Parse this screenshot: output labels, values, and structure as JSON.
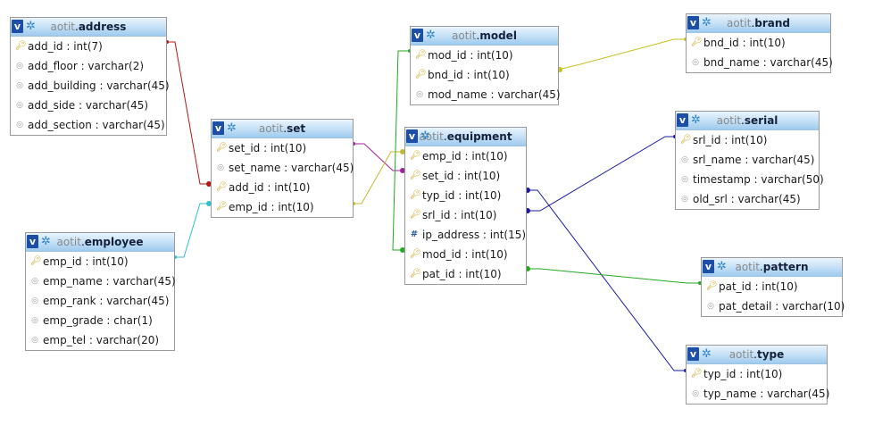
{
  "schema": "aotit",
  "icons": {
    "header_left": "v-view-icon",
    "header_gear": "gear-icon",
    "key": "key-icon",
    "column": "column-icon",
    "index": "hash-index-icon"
  },
  "tables": {
    "address": {
      "name": "address",
      "schema": "aotit",
      "columns": [
        {
          "icon": "key",
          "label": "add_id : int(7)"
        },
        {
          "icon": "col",
          "label": "add_floor : varchar(2)"
        },
        {
          "icon": "col",
          "label": "add_building : varchar(45)"
        },
        {
          "icon": "col",
          "label": "add_side : varchar(45)"
        },
        {
          "icon": "col",
          "label": "add_section : varchar(45)"
        }
      ]
    },
    "set": {
      "name": "set",
      "schema": "aotit",
      "columns": [
        {
          "icon": "key",
          "label": "set_id : int(10)"
        },
        {
          "icon": "col",
          "label": "set_name : varchar(45)"
        },
        {
          "icon": "key",
          "label": "add_id : int(10)"
        },
        {
          "icon": "key",
          "label": "emp_id : int(10)"
        }
      ]
    },
    "employee": {
      "name": "employee",
      "schema": "aotit",
      "columns": [
        {
          "icon": "key",
          "label": "emp_id : int(10)"
        },
        {
          "icon": "col",
          "label": "emp_name : varchar(45)"
        },
        {
          "icon": "col",
          "label": "emp_rank : varchar(45)"
        },
        {
          "icon": "col",
          "label": "emp_grade : char(1)"
        },
        {
          "icon": "col",
          "label": "emp_tel : varchar(20)"
        }
      ]
    },
    "model": {
      "name": "model",
      "schema": "aotit",
      "columns": [
        {
          "icon": "key",
          "label": "mod_id : int(10)"
        },
        {
          "icon": "key",
          "label": "bnd_id : int(10)"
        },
        {
          "icon": "col",
          "label": "mod_name : varchar(45)"
        }
      ]
    },
    "equipment": {
      "name": "equipment",
      "schema": "aotit",
      "columns": [
        {
          "icon": "key",
          "label": "emp_id : int(10)"
        },
        {
          "icon": "key",
          "label": "set_id : int(10)"
        },
        {
          "icon": "key",
          "label": "typ_id : int(10)"
        },
        {
          "icon": "key",
          "label": "srl_id : int(10)"
        },
        {
          "icon": "hash",
          "label": "ip_address : int(15)"
        },
        {
          "icon": "key",
          "label": "mod_id : int(10)"
        },
        {
          "icon": "key",
          "label": "pat_id : int(10)"
        }
      ]
    },
    "brand": {
      "name": "brand",
      "schema": "aotit",
      "columns": [
        {
          "icon": "key",
          "label": "bnd_id : int(10)"
        },
        {
          "icon": "col",
          "label": "bnd_name : varchar(45)"
        }
      ]
    },
    "serial": {
      "name": "serial",
      "schema": "aotit",
      "columns": [
        {
          "icon": "key",
          "label": "srl_id : int(10)"
        },
        {
          "icon": "col",
          "label": "srl_name : varchar(45)"
        },
        {
          "icon": "col",
          "label": "timestamp : varchar(50)"
        },
        {
          "icon": "col",
          "label": "old_srl : varchar(45)"
        }
      ]
    },
    "pattern": {
      "name": "pattern",
      "schema": "aotit",
      "columns": [
        {
          "icon": "key",
          "label": "pat_id : int(10)"
        },
        {
          "icon": "col",
          "label": "pat_detail : varchar(10)"
        }
      ]
    },
    "type": {
      "name": "type",
      "schema": "aotit",
      "columns": [
        {
          "icon": "key",
          "label": "typ_id : int(10)"
        },
        {
          "icon": "col",
          "label": "typ_name : varchar(45)"
        }
      ]
    }
  },
  "relations": [
    {
      "from": "set.add_id",
      "to": "address.add_id",
      "color": "#b01818"
    },
    {
      "from": "set.emp_id",
      "to": "employee.emp_id",
      "color": "#2cc0d0"
    },
    {
      "from": "set.set_id",
      "to": "equipment.set_id",
      "color": "#a020a0"
    },
    {
      "from": "set.emp_id",
      "to": "equipment.emp_id",
      "color": "#c8b830"
    },
    {
      "from": "equipment.mod_id",
      "to": "model.mod_id",
      "color": "#22aa22"
    },
    {
      "from": "model.bnd_id",
      "to": "brand.bnd_id",
      "color": "#c8c020"
    },
    {
      "from": "equipment.srl_id",
      "to": "serial.srl_id",
      "color": "#1a1aa0"
    },
    {
      "from": "equipment.typ_id",
      "to": "type.typ_id",
      "color": "#1a1aa0"
    },
    {
      "from": "equipment.pat_id",
      "to": "pattern.pat_id",
      "color": "#22aa22"
    }
  ]
}
